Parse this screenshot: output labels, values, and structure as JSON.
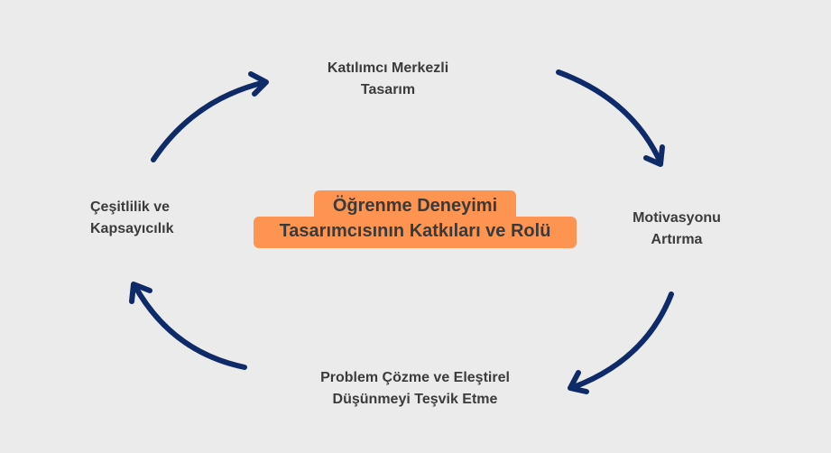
{
  "center_title": {
    "line1": "Öğrenme Deneyimi",
    "line2": "Tasarımcısının Katkıları ve Rolü"
  },
  "nodes": [
    {
      "line1": "Katılımcı Merkezli",
      "line2": "Tasarım"
    },
    {
      "line1": "Motivasyonu",
      "line2": "Artırma"
    },
    {
      "line1": "Problem Çözme ve Eleştirel",
      "line2": "Düşünmeyi Teşvik Etme"
    },
    {
      "line1": "Çeşitlilik ve",
      "line2": "Kapsayıcılık"
    }
  ],
  "colors": {
    "background": "#ebebeb",
    "accent": "#fd9452",
    "arrow": "#0f2a68",
    "text": "#3b3b3b"
  }
}
